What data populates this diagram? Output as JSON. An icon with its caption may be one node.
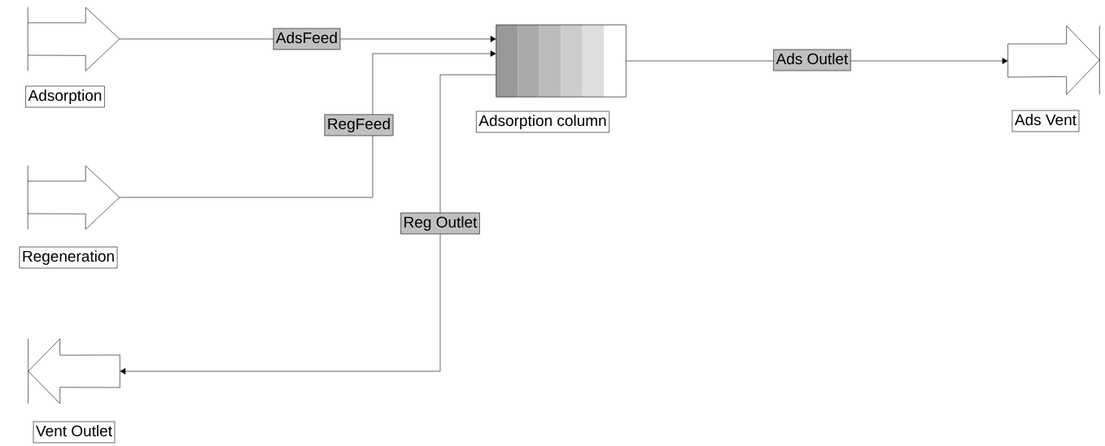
{
  "diagram": {
    "nodes": [
      {
        "text": [
          "Adsorption"
        ]
      },
      {
        "text": [
          "Regeneration"
        ]
      },
      {
        "text": [
          "Vent Outlet"
        ]
      },
      {
        "text": [
          "Adsorption column"
        ]
      },
      {
        "text": [
          "Ads Vent"
        ]
      }
    ],
    "edges": [
      {
        "from": 0,
        "to": 3,
        "arrow": "to",
        "label": "AdsFeed"
      },
      {
        "from": 1,
        "to": 3,
        "arrow": "to",
        "label": "RegFeed"
      },
      {
        "from": 3,
        "to": 2,
        "arrow": "to",
        "label": "Reg Outlet"
      },
      {
        "from": 3,
        "to": 4,
        "arrow": "to",
        "label": "Ads Outlet"
      }
    ]
  }
}
